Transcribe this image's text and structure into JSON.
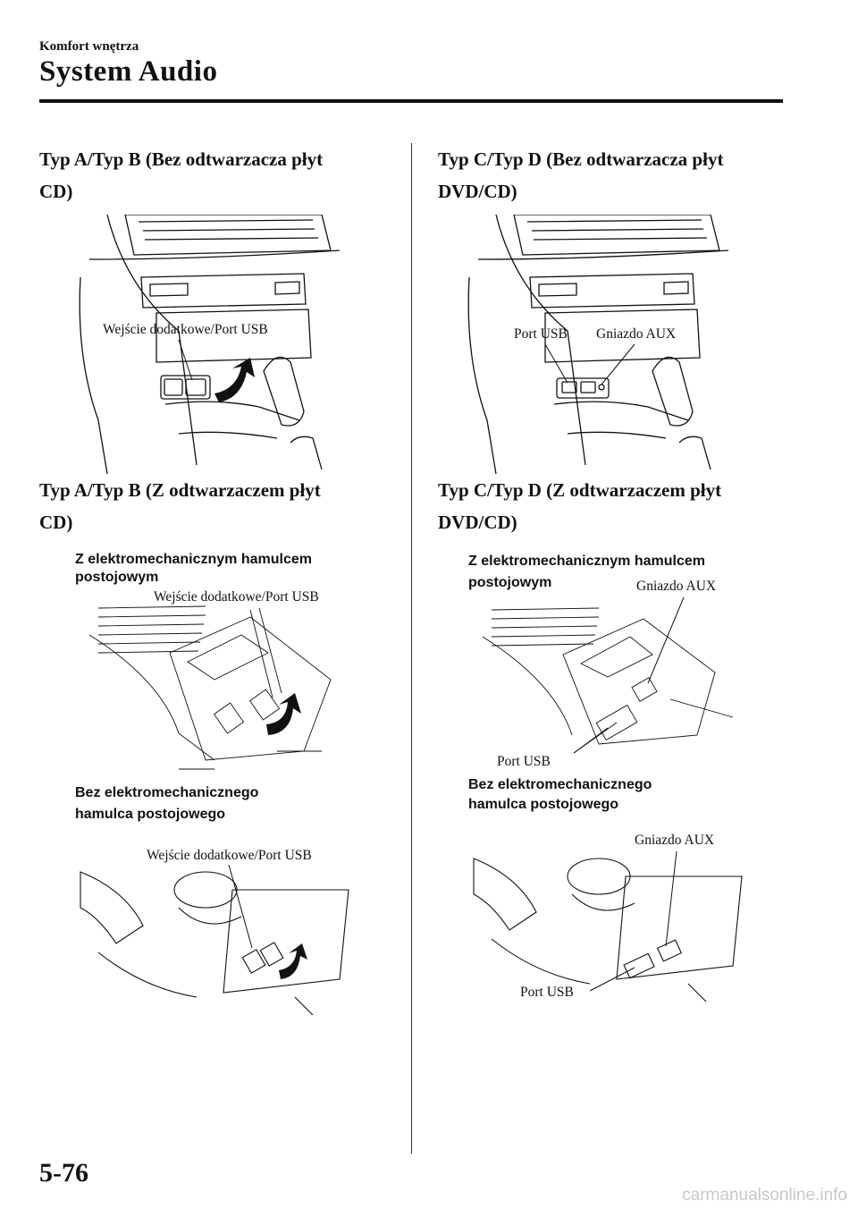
{
  "header": {
    "section": "Komfort wnętrza",
    "title": "System Audio"
  },
  "left": {
    "heading1": [
      "Typ A/Typ B (Bez odtwarzacza płyt",
      "CD)"
    ],
    "fig1_label": "Wejście dodatkowe/Port USB",
    "heading2": [
      "Typ A/Typ B (Z odtwarzaczem płyt",
      "CD)"
    ],
    "fig2_caption": [
      "Z elektromechanicznym hamulcem",
      "postojowym"
    ],
    "fig2_label": "Wejście dodatkowe/Port USB",
    "fig3_caption": [
      "Bez elektromechanicznego",
      "hamulca postojowego"
    ],
    "fig3_label": "Wejście dodatkowe/Port USB"
  },
  "right": {
    "heading1": [
      "Typ C/Typ D (Bez odtwarzacza płyt",
      "DVD/CD)"
    ],
    "fig1_label_usb": "Port USB",
    "fig1_label_aux": "Gniazdo AUX",
    "heading2": [
      "Typ C/Typ D (Z odtwarzaczem płyt",
      "DVD/CD)"
    ],
    "fig2_caption": [
      "Z elektromechanicznym hamulcem",
      "postojowym"
    ],
    "fig2_label_aux": "Gniazdo AUX",
    "fig2_label_usb": "Port USB",
    "fig3_caption": [
      "Bez elektromechanicznego",
      "hamulca postojowego"
    ],
    "fig3_label_aux": "Gniazdo AUX",
    "fig3_label_usb": "Port USB"
  },
  "footer": {
    "page_number": "5-76",
    "watermark": "carmanualsonline.info"
  }
}
